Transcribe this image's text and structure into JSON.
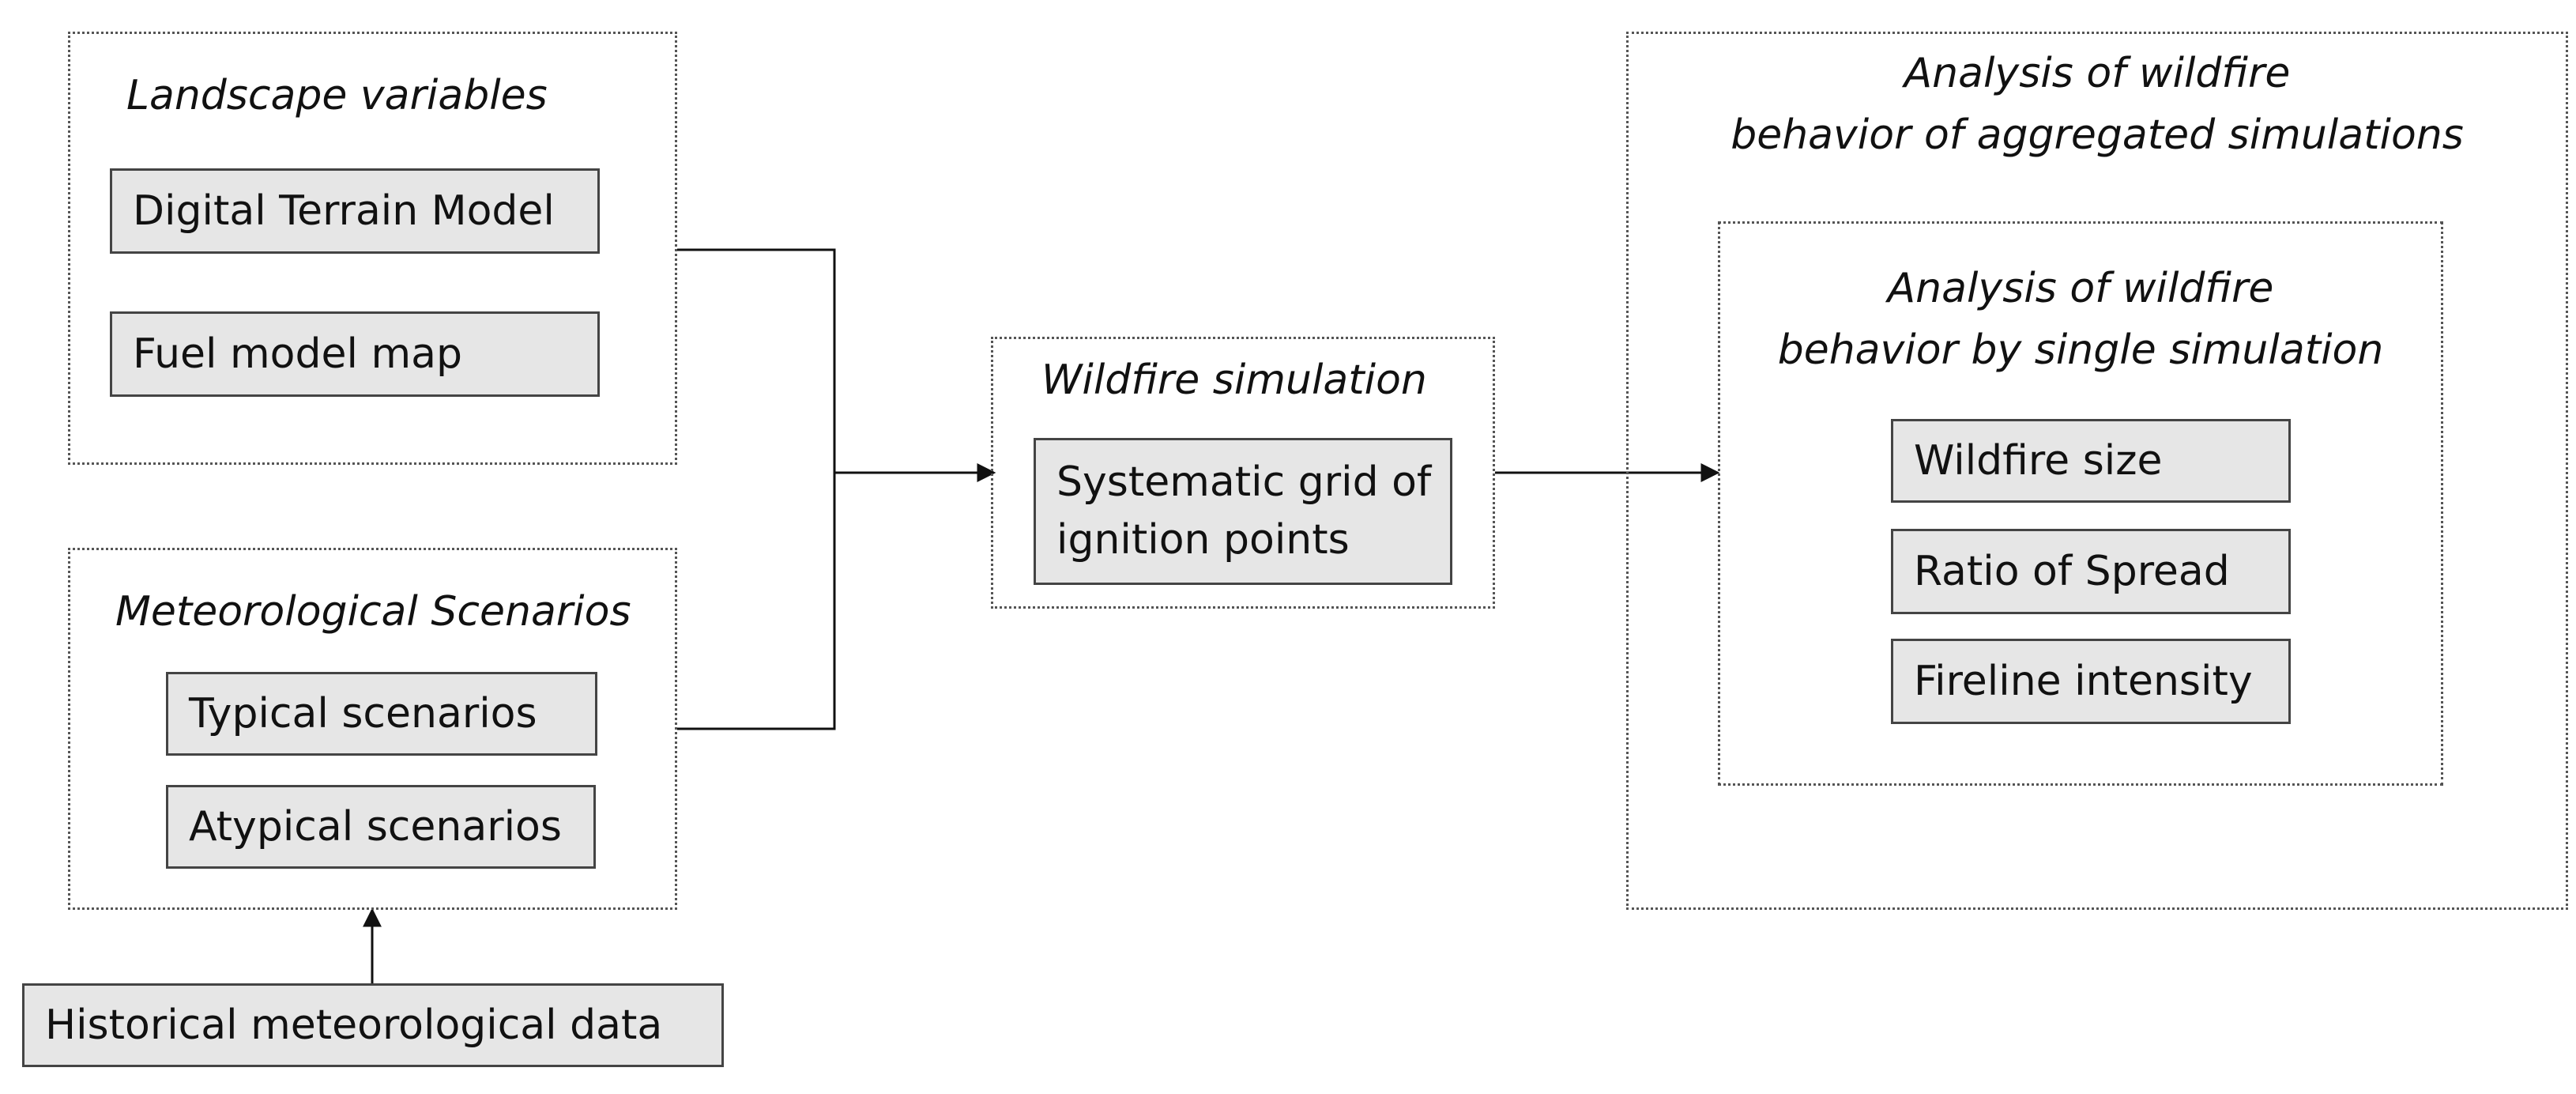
{
  "landscape": {
    "title": "Landscape variables",
    "items": [
      "Digital Terrain Model",
      "Fuel model map"
    ]
  },
  "meteorological": {
    "title": "Meteorological Scenarios",
    "items": [
      "Typical scenarios",
      "Atypical scenarios"
    ]
  },
  "historical": {
    "label": "Historical meteorological data"
  },
  "simulation": {
    "title": "Wildfire simulation",
    "box_line1": "Systematic grid of",
    "box_line2": "ignition points"
  },
  "aggregated": {
    "title_line1": "Analysis of wildfire",
    "title_line2": "behavior of aggregated simulations"
  },
  "single": {
    "title_line1": "Analysis of wildfire",
    "title_line2": "behavior by single simulation",
    "items": [
      "Wildfire size",
      "Ratio of Spread",
      "Fireline intensity"
    ]
  }
}
